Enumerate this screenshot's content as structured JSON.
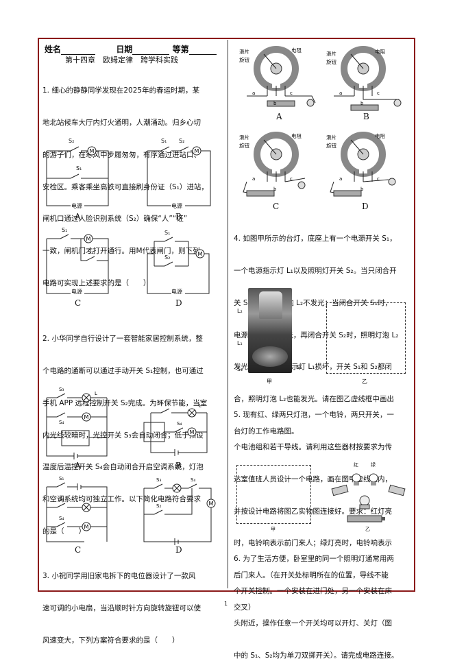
{
  "header": {
    "name_label": "姓名",
    "date_label": "日期",
    "grade_label": "等第"
  },
  "chapter_title": "第十四章　欧姆定律　跨学科实践",
  "q1": {
    "lines": [
      "1. 细心的静静同学发现在2025年的春运时期，某",
      "地北站候车大厅内灯火通明，人潮涌动。归乡心切",
      "的游子们，在寒风中步履匆匆，有序通过进站口、",
      "安检区。乘客乘坐高铁可直接刷身份证（S₁）进站，",
      "闸机口通过人脸识别系统（S₂）确保“人”“证”",
      "一致，闸机门才打开通行。用M代表闸门，则下列",
      "电路可实现上述要求的是（　　）"
    ],
    "options": [
      "A",
      "B",
      "C",
      "D"
    ],
    "source_label": "电源"
  },
  "q2": {
    "lines": [
      "2. 小华同学自行设计了一套智能家居控制系统，整",
      "个电路的通断可以通过手动开关 S₁控制，也可通过",
      "手机 APP 远程控制开关 S₂完成。为环保节能，当室",
      "内光线较暗时，光控开关 S₃会自动闭合；低于预设",
      "温度后温控开关 S₄会自动闭合开启空调系统，灯泡",
      "和空调系统均可独立工作。以下简化电路符合要求",
      "的是（　　）"
    ],
    "options": [
      "A",
      "B",
      "C",
      "D"
    ]
  },
  "q3": {
    "lines": [
      "3. 小祝同学用旧家电拆下的电位器设计了一款风",
      "速可调的小电扇，当沿顺时针方向旋转旋钮可以使",
      "风速变大，下列方案符合要求的是（　　）"
    ],
    "options": [
      "A",
      "B",
      "C",
      "D"
    ],
    "slider_label": "滑片",
    "knob_label": "旋钮",
    "resistor_label": "电阻"
  },
  "q4": {
    "lines": [
      "4. 如图甲所示的台灯，底座上有一个电源开关 S₁，",
      "一个电源指示灯 L₁以及照明灯开关 S₂。当只闭合开",
      "关 S₁时，照明灯泡 L₂不发光；当闭合开关 S₁时，",
      "电源指示灯 L₁发光，再闭合开关 S₂时，照明灯泡 L₂",
      "发光。如果电源指示灯 L₁损坏，开关 S₁和 S₂都闭",
      "合，照明灯泡 L₂也能发光。请在图乙虚线框中画出",
      "台灯的工作电路图。"
    ],
    "fig_a": "甲",
    "fig_b": "乙"
  },
  "q5": {
    "lines": [
      "5. 现有红、绿两只灯泡，一个电铃，两只开关，一",
      "个电池组和若干导线。请利用这些器材按要求为传",
      "达室值班人员设计一个电路，画在图甲虚线框内，",
      "并按设计电路将图乙实物图连接好。要求：红灯亮",
      "时，电铃响表示前门来人；绿灯亮时，电铃响表示",
      "后门来人。（在开关处标明所在的位置，导线不能",
      "交叉）"
    ],
    "red_label": "红",
    "green_label": "绿",
    "fig_a": "甲",
    "fig_b": "乙"
  },
  "q6": {
    "lines": [
      "6. 为了生活方便，卧室里的同一个照明灯通常用两",
      "个开关控制。一个安装在进门处，另一个安装在床",
      "头附近，操作任意一个开关均可以开灯、关灯（图",
      "中的 S₁、S₂均为单刀双掷开关）。请完成电路连接。"
    ]
  },
  "page_number": "1"
}
